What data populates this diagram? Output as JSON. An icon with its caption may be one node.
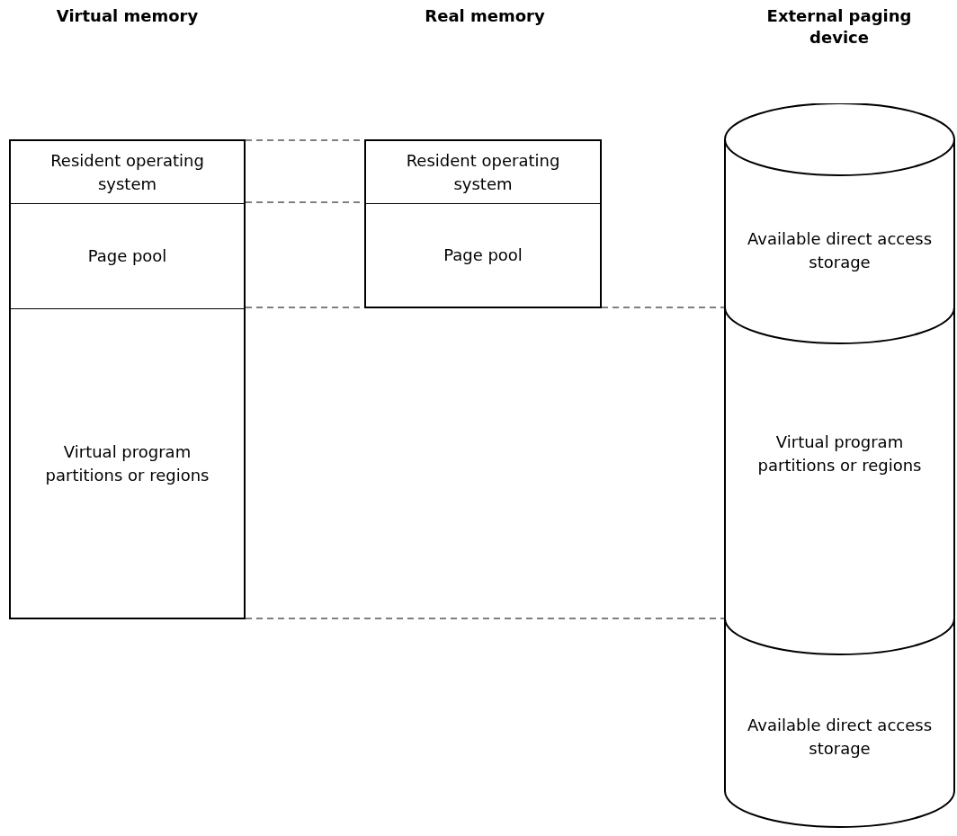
{
  "diagram": {
    "nodes": [
      {
        "text": [],
        "shape": "box"
      },
      {
        "text": [
          "Resident operating system"
        ],
        "in": 0
      },
      {
        "text": [
          "Page pool"
        ],
        "in": 0
      },
      {
        "text": [
          "Virtual program partitions or regions"
        ],
        "in": 0
      },
      {
        "text": [],
        "shape": "box"
      },
      {
        "text": [
          "Resident operating system"
        ],
        "in": 4
      },
      {
        "text": [
          "Page pool"
        ],
        "in": 4
      },
      {
        "text": [],
        "shape": "cylinder"
      },
      {
        "text": [
          "Available direct access storage"
        ],
        "in": 7
      },
      {
        "text": [
          "Virtual program partitions or regions"
        ],
        "in": 7
      },
      {
        "text": [
          "Available direct access storage"
        ],
        "in": 7
      }
    ],
    "edges": [
      {
        "from": 0,
        "to": 4,
        "arrow": "none",
        "style": "dashed"
      },
      {
        "from": 0,
        "to": 4,
        "arrow": "none",
        "style": "dashed"
      },
      {
        "from": 0,
        "to": 4,
        "arrow": "none",
        "style": "dashed"
      },
      {
        "from": 4,
        "to": 7,
        "arrow": "none",
        "style": "dashed"
      },
      {
        "from": 0,
        "to": 7,
        "arrow": "none",
        "style": "dashed"
      }
    ],
    "labels": [
      "Virtual memory",
      "Real memory",
      "External paging device"
    ]
  }
}
